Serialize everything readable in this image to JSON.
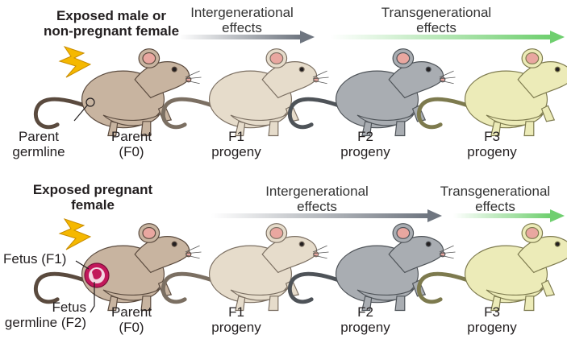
{
  "row1": {
    "heading": [
      "Exposed male or",
      "non-pregnant female"
    ],
    "intergenerational": [
      "Intergenerational",
      "effects"
    ],
    "transgenerational": [
      "Transgenerational",
      "effects"
    ],
    "labels": {
      "parent_germline": [
        "Parent",
        "germline"
      ],
      "parent": [
        "Parent",
        "(F0)"
      ],
      "f1": [
        "F1",
        "progeny"
      ],
      "f2": [
        "F2",
        "progeny"
      ],
      "f3": [
        "F3",
        "progeny"
      ]
    }
  },
  "row2": {
    "heading": [
      "Exposed pregnant",
      "female"
    ],
    "intergenerational": [
      "Intergenerational",
      "effects"
    ],
    "transgenerational": [
      "Transgenerational",
      "effects"
    ],
    "labels": {
      "fetus": "Fetus (F1)",
      "fetus_germline": [
        "Fetus",
        "germline (F2)"
      ],
      "parent": [
        "Parent",
        "(F0)"
      ],
      "f1": [
        "F1",
        "progeny"
      ],
      "f2": [
        "F2",
        "progeny"
      ],
      "f3": [
        "F3",
        "progeny"
      ]
    }
  },
  "colors": {
    "parent_mouse": "#c8b4a0",
    "f1_mouse": "#e6dccb",
    "f2_mouse": "#a9adb2",
    "f3_mouse": "#ecebb8",
    "intergenerational_arrow": "#6f7680",
    "transgenerational_arrow": "#6fcf6f",
    "lightning": "#f5b800",
    "fetus": "#c2185b"
  },
  "icons": [
    "lightning-bolt-icon",
    "mouse-icon",
    "fetus-icon"
  ]
}
